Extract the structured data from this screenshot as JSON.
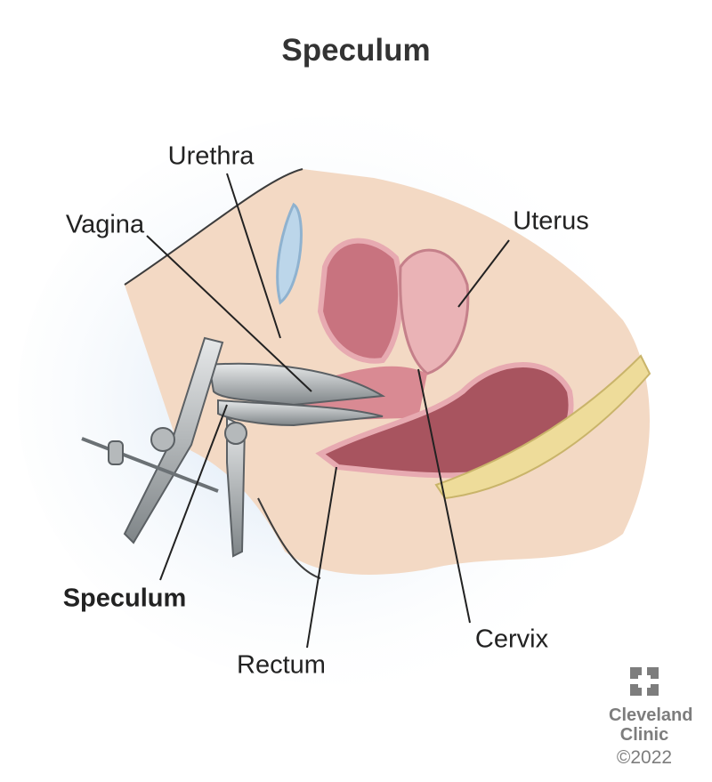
{
  "title": "Speculum",
  "labels": {
    "urethra": "Urethra",
    "vagina": "Vagina",
    "uterus": "Uterus",
    "speculum": "Speculum",
    "rectum": "Rectum",
    "cervix": "Cervix"
  },
  "logo": {
    "line1": "Cleveland",
    "line2": "Clinic",
    "copyright": "©2022"
  },
  "colors": {
    "skin": "#f3d9c4",
    "tissue": "#d98a93",
    "instrument": "#9ea3a6",
    "glow": "#cfe0f2"
  }
}
